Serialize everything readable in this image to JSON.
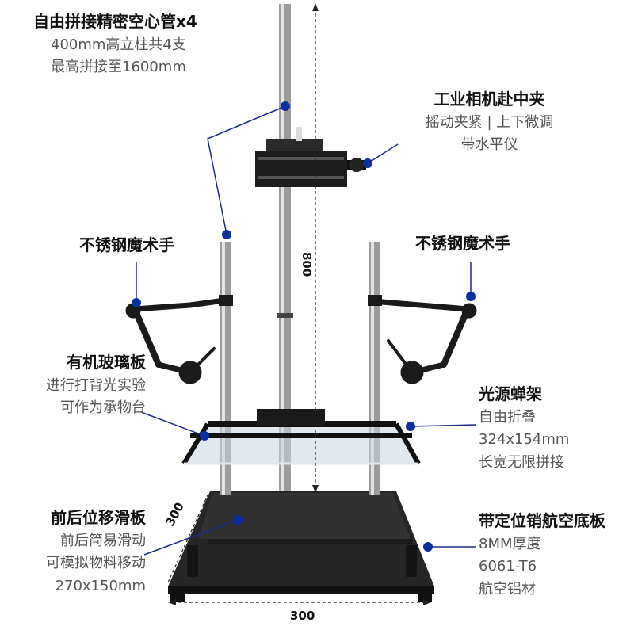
{
  "colors": {
    "leader": "#1b2a8c",
    "dot": "#0b2fa0",
    "metal": "#222222",
    "chrome": "#b8b8b8",
    "base": "#1e1e1e",
    "acrylic": "#c9d6e0"
  },
  "callouts": {
    "tubes": {
      "title": "自由拼接精密空心管x4",
      "lines": [
        "400mm高立柱共4支",
        "最高拼接至1600mm"
      ]
    },
    "camera_clamp": {
      "title": "工业相机赴中夹",
      "lines": [
        "摇动夹紧 | 上下微调",
        "带水平仪"
      ]
    },
    "magic_arm_left": {
      "title": "不锈钢魔术手"
    },
    "magic_arm_right": {
      "title": "不锈钢魔术手"
    },
    "acrylic": {
      "title": "有机玻璃板",
      "lines": [
        "进行打背光实验",
        "可作为承物台"
      ]
    },
    "light_frame": {
      "title": "光源蝉架",
      "lines": [
        "自由折叠",
        "324x154mm",
        "长宽无限拼接"
      ]
    },
    "slide_plate": {
      "title": "前后位移滑板",
      "lines": [
        "前后简易滑动",
        "可模拟物料移动",
        "270x150mm"
      ]
    },
    "base_plate": {
      "title": "带定位销航空底板",
      "lines": [
        "8MM厚度",
        "6061-T6",
        "航空铝材"
      ]
    }
  },
  "dimensions": {
    "height": "800",
    "depth": "300",
    "width": "300"
  }
}
